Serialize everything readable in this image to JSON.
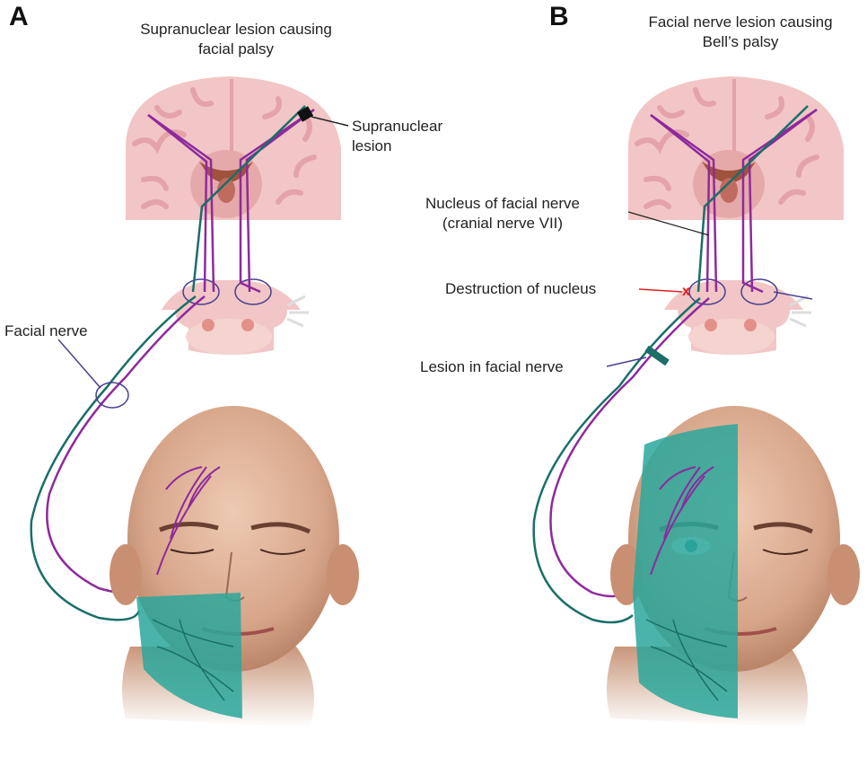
{
  "panel_a": {
    "letter": "A",
    "title_line1": "Supranuclear lesion causing",
    "title_line2": "facial palsy",
    "label_supranuclear_line1": "Supranuclear",
    "label_supranuclear_line2": "lesion",
    "label_facial_nerve": "Facial nerve"
  },
  "panel_b": {
    "letter": "B",
    "title_line1": "Facial nerve lesion causing",
    "title_line2": "Bell’s palsy",
    "label_nucleus_line1": "Nucleus of facial nerve",
    "label_nucleus_line2": "(cranial nerve VII)",
    "label_destruction": "Destruction of nucleus",
    "label_lesion_nerve": "Lesion in facial nerve"
  },
  "colors": {
    "brain": "#f2c6c6",
    "brain_sulci": "#e3a3a8",
    "brain_core": "#c98a8a",
    "nerve_purple": "#8e2a9c",
    "nerve_green": "#1a6f68",
    "paralysis_teal": "#2aa79b",
    "skin": "#e0b49a",
    "lesion_marker": "#e02020"
  }
}
